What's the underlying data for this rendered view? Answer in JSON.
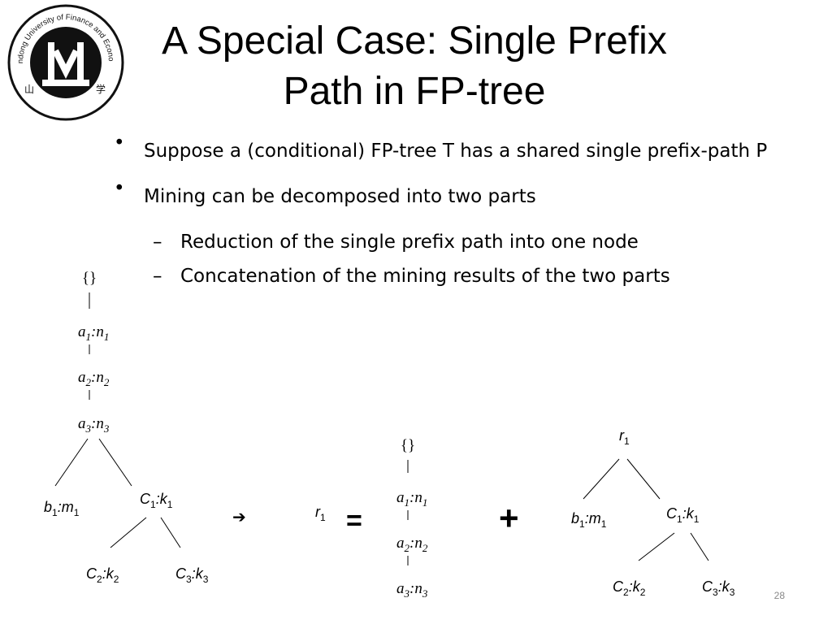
{
  "slide": {
    "title_line1": "A Special Case: Single Prefix",
    "title_line2": "Path in FP-tree",
    "page_number": "28"
  },
  "logo": {
    "text": "Shandong University of Finance and Economics"
  },
  "bullets": [
    {
      "level": 1,
      "text": "Suppose a (conditional) FP-tree T has a shared single prefix-path P"
    },
    {
      "level": 1,
      "text": "Mining can be decomposed into two parts"
    },
    {
      "level": 2,
      "text": "Reduction of the single prefix path into one node"
    },
    {
      "level": 2,
      "text": "Concatenation of the mining results of the two parts"
    }
  ],
  "diagram": {
    "left_tree": {
      "root": "{}",
      "path": [
        {
          "name": "a",
          "sub": "1",
          "sep": ":",
          "count": "n",
          "csub": "1"
        },
        {
          "name": "a",
          "sub": "2",
          "sep": ":",
          "count": "n",
          "csub": "2"
        },
        {
          "name": "a",
          "sub": "3",
          "sep": ":",
          "count": "n",
          "csub": "3"
        }
      ],
      "b1": {
        "name": "b",
        "sub": "1",
        "count": "m",
        "csub": "1"
      },
      "c1": {
        "name": "C",
        "sub": "1",
        "count": "k",
        "csub": "1"
      },
      "c2": {
        "name": "C",
        "sub": "2",
        "count": "k",
        "csub": "2"
      },
      "c3": {
        "name": "C",
        "sub": "3",
        "count": "k",
        "csub": "3"
      }
    },
    "arrow": "➔",
    "r1_label": {
      "name": "r",
      "sub": "1"
    },
    "equals": "=",
    "middle_tree": {
      "root": "{}",
      "path": [
        {
          "name": "a",
          "sub": "1",
          "count": "n",
          "csub": "1"
        },
        {
          "name": "a",
          "sub": "2",
          "count": "n",
          "csub": "2"
        },
        {
          "name": "a",
          "sub": "3",
          "count": "n",
          "csub": "3"
        }
      ]
    },
    "plus": "+",
    "right_tree": {
      "root": {
        "name": "r",
        "sub": "1"
      },
      "b1": {
        "name": "b",
        "sub": "1",
        "count": "m",
        "csub": "1"
      },
      "c1": {
        "name": "C",
        "sub": "1",
        "count": "k",
        "csub": "1"
      },
      "c2": {
        "name": "C",
        "sub": "2",
        "count": "k",
        "csub": "2"
      },
      "c3": {
        "name": "C",
        "sub": "3",
        "count": "k",
        "csub": "3"
      }
    }
  }
}
